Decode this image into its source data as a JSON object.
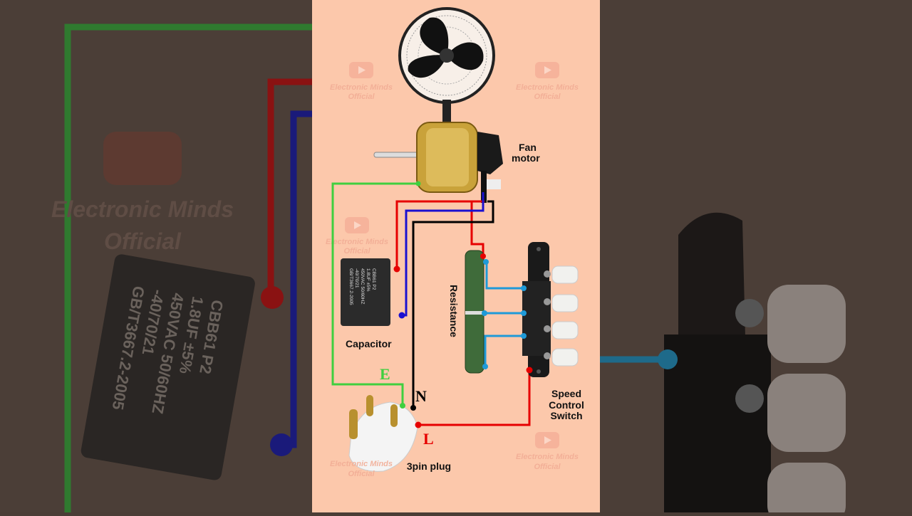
{
  "watermark": {
    "line1": "Electronic Minds",
    "line2": "Official",
    "icon": "youtube-play-icon"
  },
  "labels": {
    "fan_motor_line1": "Fan",
    "fan_motor_line2": "motor",
    "capacitor": "Capacitor",
    "resistance": "Resistance",
    "speed_switch_line1": "Speed",
    "speed_switch_line2": "Control",
    "speed_switch_line3": "Switch",
    "plug": "3pin plug",
    "earth": "E",
    "neutral": "N",
    "live": "L"
  },
  "capacitor_markings": [
    "CBB61  P2",
    "1.8UF ±5%",
    "450VAC 50/60HZ",
    "-40/70/21",
    "GB/T3667.2-2005"
  ],
  "colors": {
    "background": "#fcc8ab",
    "earth_wire": "#3fcf3f",
    "live_wire": "#e60000",
    "neutral_wire": "#000000",
    "capacitor_wire": "#1a10d0",
    "resistor_taps": "#1e9ad8"
  }
}
